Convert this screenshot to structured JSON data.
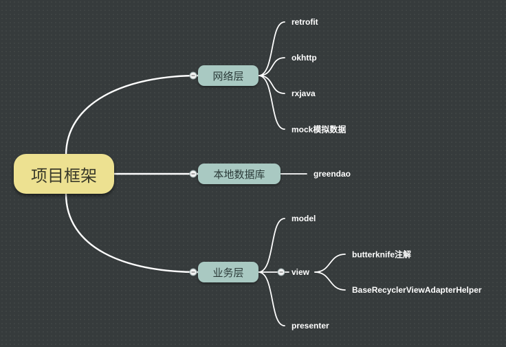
{
  "root": {
    "label": "项目框架"
  },
  "branches": [
    {
      "label": "网络层",
      "children": [
        "retrofit",
        "okhttp",
        "rxjava",
        "mock模拟数据"
      ]
    },
    {
      "label": "本地数据库",
      "children": [
        "greendao"
      ]
    },
    {
      "label": "业务层",
      "children": [
        "model",
        "view",
        "presenter"
      ],
      "view_children": [
        "butterknife注解",
        "BaseRecyclerViewAdapterHelper"
      ]
    }
  ],
  "colors": {
    "background": "#363b3c",
    "root_fill": "#ede191",
    "branch_fill": "#a9c9c2",
    "connector": "#ffffff"
  }
}
